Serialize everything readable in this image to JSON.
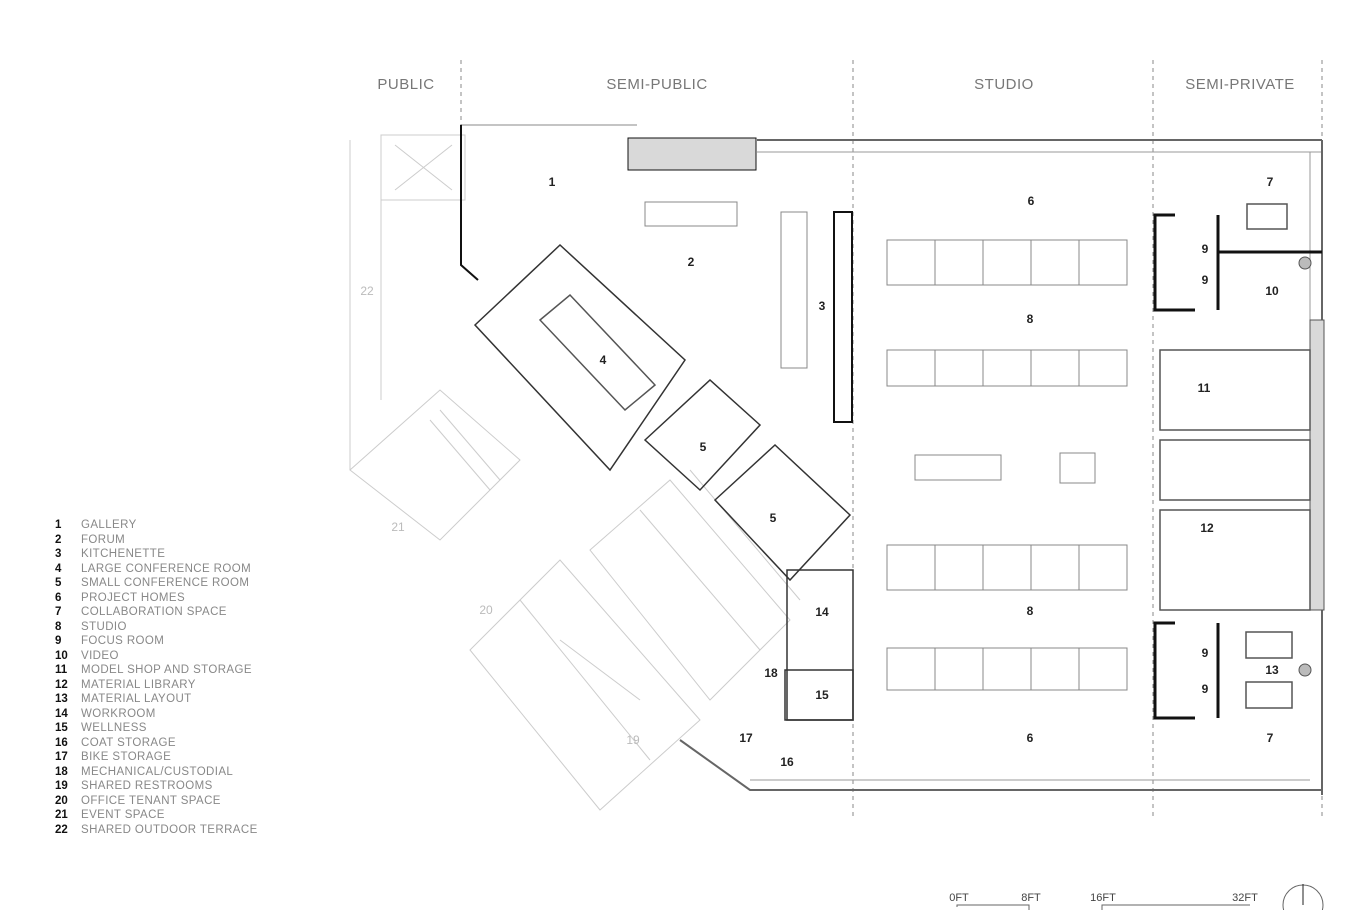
{
  "zones": [
    "PUBLIC",
    "SEMI-PUBLIC",
    "STUDIO",
    "SEMI-PRIVATE"
  ],
  "room_labels": [
    "1",
    "2",
    "3",
    "4",
    "5",
    "5",
    "6",
    "7",
    "8",
    "9",
    "9",
    "10",
    "11",
    "12",
    "8",
    "9",
    "9",
    "13",
    "14",
    "18",
    "15",
    "6",
    "7",
    "17",
    "16",
    "19",
    "20",
    "21",
    "22"
  ],
  "legend": [
    {
      "num": "1",
      "name": "GALLERY"
    },
    {
      "num": "2",
      "name": "FORUM"
    },
    {
      "num": "3",
      "name": "KITCHENETTE"
    },
    {
      "num": "4",
      "name": "LARGE CONFERENCE ROOM"
    },
    {
      "num": "5",
      "name": "SMALL CONFERENCE ROOM"
    },
    {
      "num": "6",
      "name": "PROJECT HOMES"
    },
    {
      "num": "7",
      "name": "COLLABORATION SPACE"
    },
    {
      "num": "8",
      "name": "STUDIO"
    },
    {
      "num": "9",
      "name": "FOCUS ROOM"
    },
    {
      "num": "10",
      "name": "VIDEO"
    },
    {
      "num": "11",
      "name": "MODEL SHOP AND STORAGE"
    },
    {
      "num": "12",
      "name": "MATERIAL LIBRARY"
    },
    {
      "num": "13",
      "name": "MATERIAL LAYOUT"
    },
    {
      "num": "14",
      "name": "WORKROOM"
    },
    {
      "num": "15",
      "name": "WELLNESS"
    },
    {
      "num": "16",
      "name": "COAT STORAGE"
    },
    {
      "num": "17",
      "name": "BIKE STORAGE"
    },
    {
      "num": "18",
      "name": "MECHANICAL/CUSTODIAL"
    },
    {
      "num": "19",
      "name": "SHARED RESTROOMS"
    },
    {
      "num": "20",
      "name": "OFFICE TENANT SPACE"
    },
    {
      "num": "21",
      "name": "EVENT SPACE"
    },
    {
      "num": "22",
      "name": "SHARED OUTDOOR TERRACE"
    }
  ],
  "scale_bar": [
    "0FT",
    "8FT",
    "16FT",
    "32FT"
  ],
  "colors": {
    "wall": "#111111",
    "faint": "#cccccc",
    "fill": "#d9d9d9"
  }
}
